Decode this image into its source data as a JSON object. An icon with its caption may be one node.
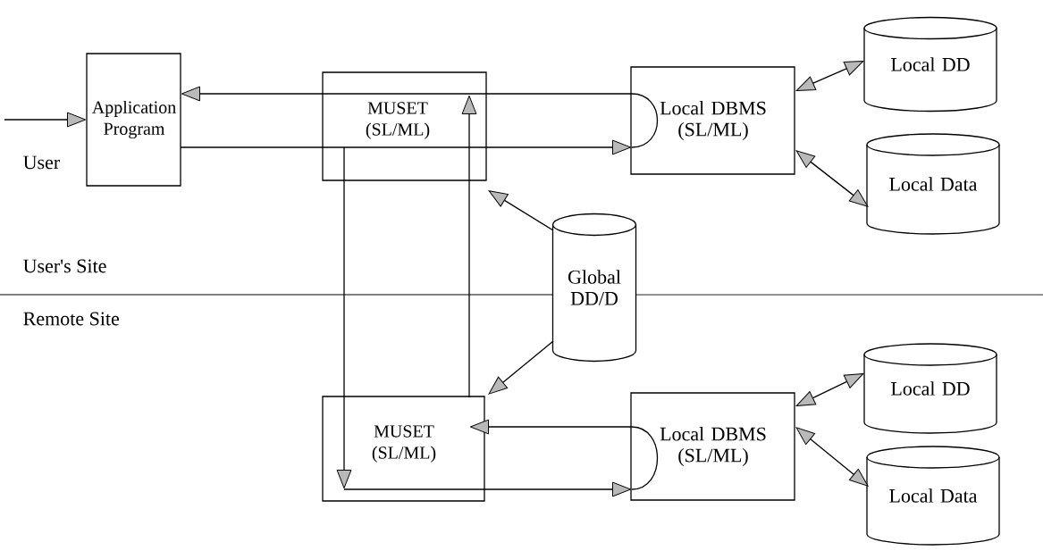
{
  "diagram": {
    "nodes": [
      {
        "text": [
          "Application Program"
        ]
      },
      {
        "text": [
          "MUSET (SL/ML)"
        ]
      },
      {
        "text": [
          "Local DBMS (SL/ML)"
        ]
      },
      {
        "text": [
          "Local DD"
        ]
      },
      {
        "text": [
          "Local Data"
        ]
      },
      {
        "text": [
          "Global DD/D"
        ]
      },
      {
        "text": [
          "MUSET (SL/ML)"
        ]
      },
      {
        "text": [
          "Local DBMS (SL/ML)"
        ]
      },
      {
        "text": [
          "Local DD"
        ]
      },
      {
        "text": [
          "Local Data"
        ]
      }
    ],
    "edges": [
      {
        "from": null,
        "to": 0,
        "arrow": "to"
      },
      {
        "from": 0,
        "to": 1,
        "arrow": "none"
      },
      {
        "from": 1,
        "to": 2,
        "arrow": "to"
      },
      {
        "from": 2,
        "to": 1,
        "arrow": "none"
      },
      {
        "from": 1,
        "to": 0,
        "arrow": "to"
      },
      {
        "from": 1,
        "to": 6,
        "arrow": "to"
      },
      {
        "from": 6,
        "to": 7,
        "arrow": "to"
      },
      {
        "from": 7,
        "to": 6,
        "arrow": "to"
      },
      {
        "from": 6,
        "to": 1,
        "arrow": "to"
      },
      {
        "from": 5,
        "to": 1,
        "arrow": "to"
      },
      {
        "from": 5,
        "to": 6,
        "arrow": "to"
      },
      {
        "from": 2,
        "to": 3,
        "arrow": "both"
      },
      {
        "from": 2,
        "to": 4,
        "arrow": "both"
      },
      {
        "from": 7,
        "to": 8,
        "arrow": "both"
      },
      {
        "from": 7,
        "to": 9,
        "arrow": "both"
      }
    ],
    "labels": [
      "User",
      "User's Site",
      "Remote Site"
    ]
  }
}
